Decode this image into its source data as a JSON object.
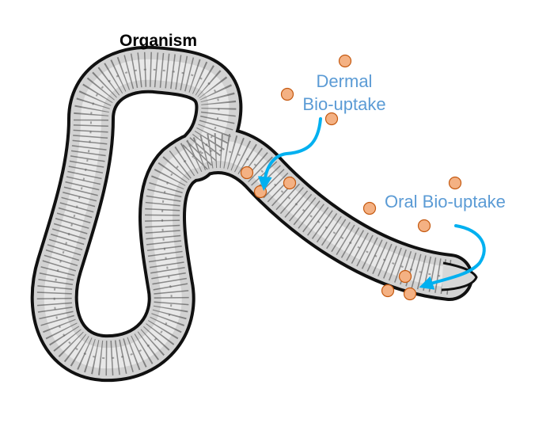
{
  "labels": {
    "organism": "Organism",
    "dermal_line1": "Dermal",
    "dermal_line2": "Bio-uptake",
    "oral": "Oral Bio-uptake"
  },
  "colors": {
    "label_text": "#5b9bd5",
    "arrow": "#00b0f0",
    "particle_fill": "#f4b183",
    "particle_stroke": "#c55a11",
    "worm_body": "#cfcfcf",
    "worm_outline": "#111111"
  }
}
